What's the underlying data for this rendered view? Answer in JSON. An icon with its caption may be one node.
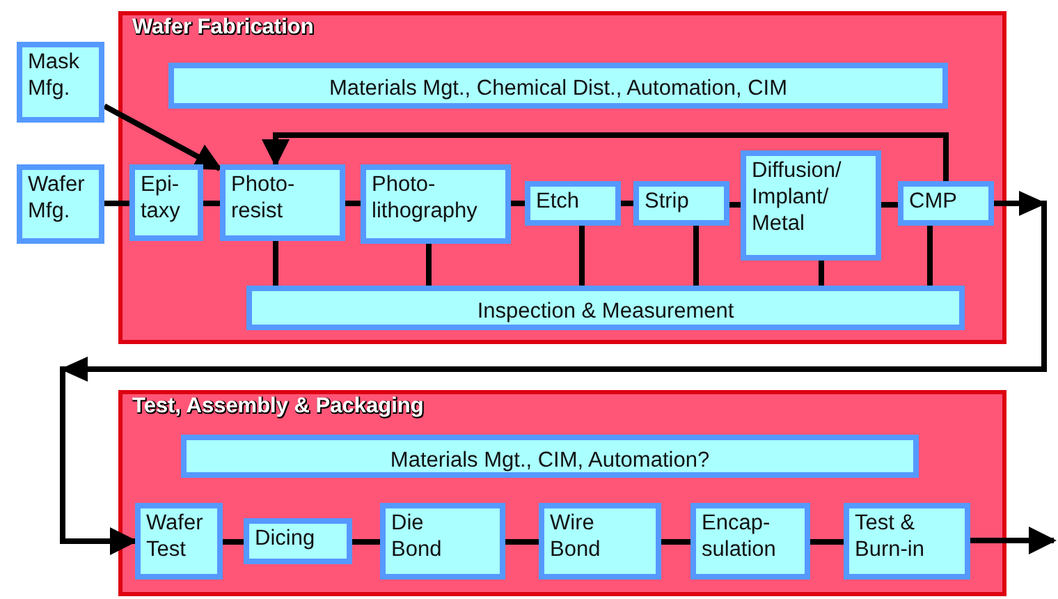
{
  "diagram": {
    "nodes": [
      {
        "text": [
          "Wafer Fabrication"
        ]
      },
      {
        "text": [
          "Mask Mfg."
        ]
      },
      {
        "text": [
          "Materials Mgt., Chemical Dist., Automation, CIM"
        ],
        "in": 0
      },
      {
        "text": [
          "Wafer Mfg."
        ]
      },
      {
        "text": [
          "Epi- taxy"
        ],
        "in": 0
      },
      {
        "text": [
          "Photo- resist"
        ],
        "in": 0
      },
      {
        "text": [
          "Photo- lithography"
        ],
        "in": 0
      },
      {
        "text": [
          "Etch"
        ],
        "in": 0
      },
      {
        "text": [
          "Strip"
        ],
        "in": 0
      },
      {
        "text": [
          "Diffusion/ Implant/ Metal"
        ],
        "in": 0
      },
      {
        "text": [
          "CMP"
        ],
        "in": 0
      },
      {
        "text": [
          "Inspection & Measurement"
        ],
        "in": 0
      },
      {
        "text": [
          "Test, Assembly & Packaging"
        ]
      },
      {
        "text": [
          "Materials Mgt., CIM, Automation?"
        ],
        "in": 12
      },
      {
        "text": [
          "Wafer Test"
        ],
        "in": 12
      },
      {
        "text": [
          "Dicing"
        ],
        "in": 12
      },
      {
        "text": [
          "Die Bond"
        ],
        "in": 12
      },
      {
        "text": [
          "Wire Bond"
        ],
        "in": 12
      },
      {
        "text": [
          "Encap- sulation"
        ],
        "in": 12
      },
      {
        "text": [
          "Test & Burn-in"
        ],
        "in": 12
      }
    ],
    "edges": [
      {
        "from": 1,
        "to": 5,
        "arrow": "to"
      },
      {
        "from": 3,
        "to": 4,
        "arrow": "none"
      },
      {
        "from": 4,
        "to": 5,
        "arrow": "none"
      },
      {
        "from": 5,
        "to": 6,
        "arrow": "none"
      },
      {
        "from": 6,
        "to": 7,
        "arrow": "none"
      },
      {
        "from": 7,
        "to": 8,
        "arrow": "none"
      },
      {
        "from": 8,
        "to": 9,
        "arrow": "none"
      },
      {
        "from": 9,
        "to": 10,
        "arrow": "none"
      },
      {
        "from": 10,
        "to": 5,
        "arrow": "to"
      },
      {
        "from": 5,
        "to": 11,
        "arrow": "none"
      },
      {
        "from": 6,
        "to": 11,
        "arrow": "none"
      },
      {
        "from": 7,
        "to": 11,
        "arrow": "none"
      },
      {
        "from": 8,
        "to": 11,
        "arrow": "none"
      },
      {
        "from": 9,
        "to": 11,
        "arrow": "none"
      },
      {
        "from": 10,
        "to": 11,
        "arrow": "none"
      },
      {
        "from": 10,
        "to": 14,
        "arrow": "to"
      },
      {
        "from": 14,
        "to": 15,
        "arrow": "none"
      },
      {
        "from": 15,
        "to": 16,
        "arrow": "none"
      },
      {
        "from": 16,
        "to": 17,
        "arrow": "none"
      },
      {
        "from": 17,
        "to": 18,
        "arrow": "none"
      },
      {
        "from": 18,
        "to": 19,
        "arrow": "none"
      },
      {
        "from": 19,
        "to": null,
        "arrow": "to"
      }
    ]
  }
}
